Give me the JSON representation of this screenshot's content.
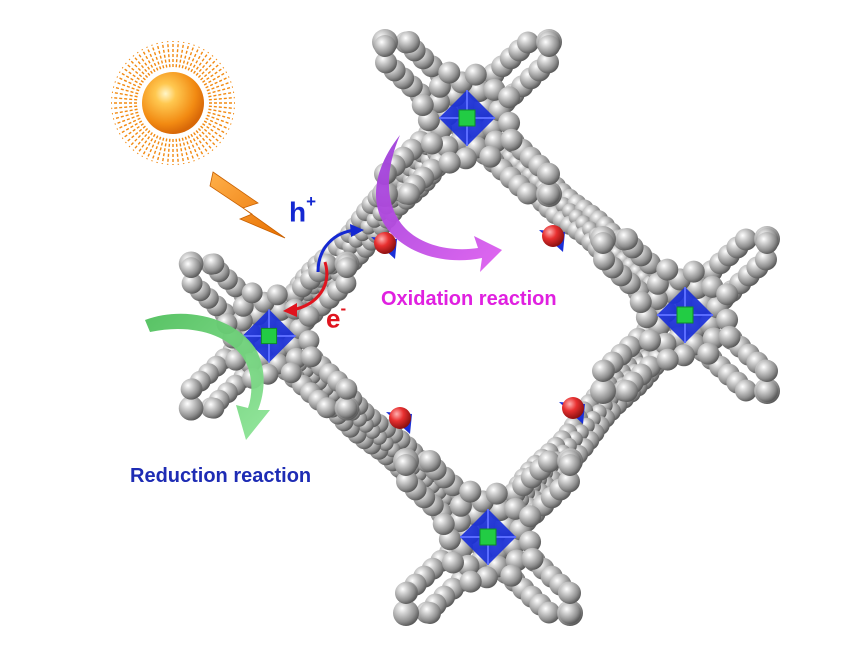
{
  "labels": {
    "hole": "h",
    "hole_sup": "+",
    "electron": "e",
    "electron_sup": "-",
    "oxidation": "Oxidation reaction",
    "reduction": "Reduction reaction"
  },
  "colors": {
    "hole": "#1428d2",
    "electron": "#e0141e",
    "oxidation": "#e020e0",
    "reduction": "#1e2cb4",
    "sun": "#f28a12",
    "lightning": "#f0880a",
    "oxidation_arrow": "#c040e0",
    "reduction_arrow": "#5ccc6a",
    "framework_sphere": "#9a9a9a",
    "metal_center": "#22cc44",
    "porphyrin_core": "#1a30d8",
    "oxygen_site": "#e02828"
  },
  "icons": [
    "sun-icon",
    "lightning-icon",
    "oxidation-arrow-icon",
    "reduction-arrow-icon",
    "hole-transfer-arrow-icon",
    "electron-transfer-arrow-icon"
  ]
}
